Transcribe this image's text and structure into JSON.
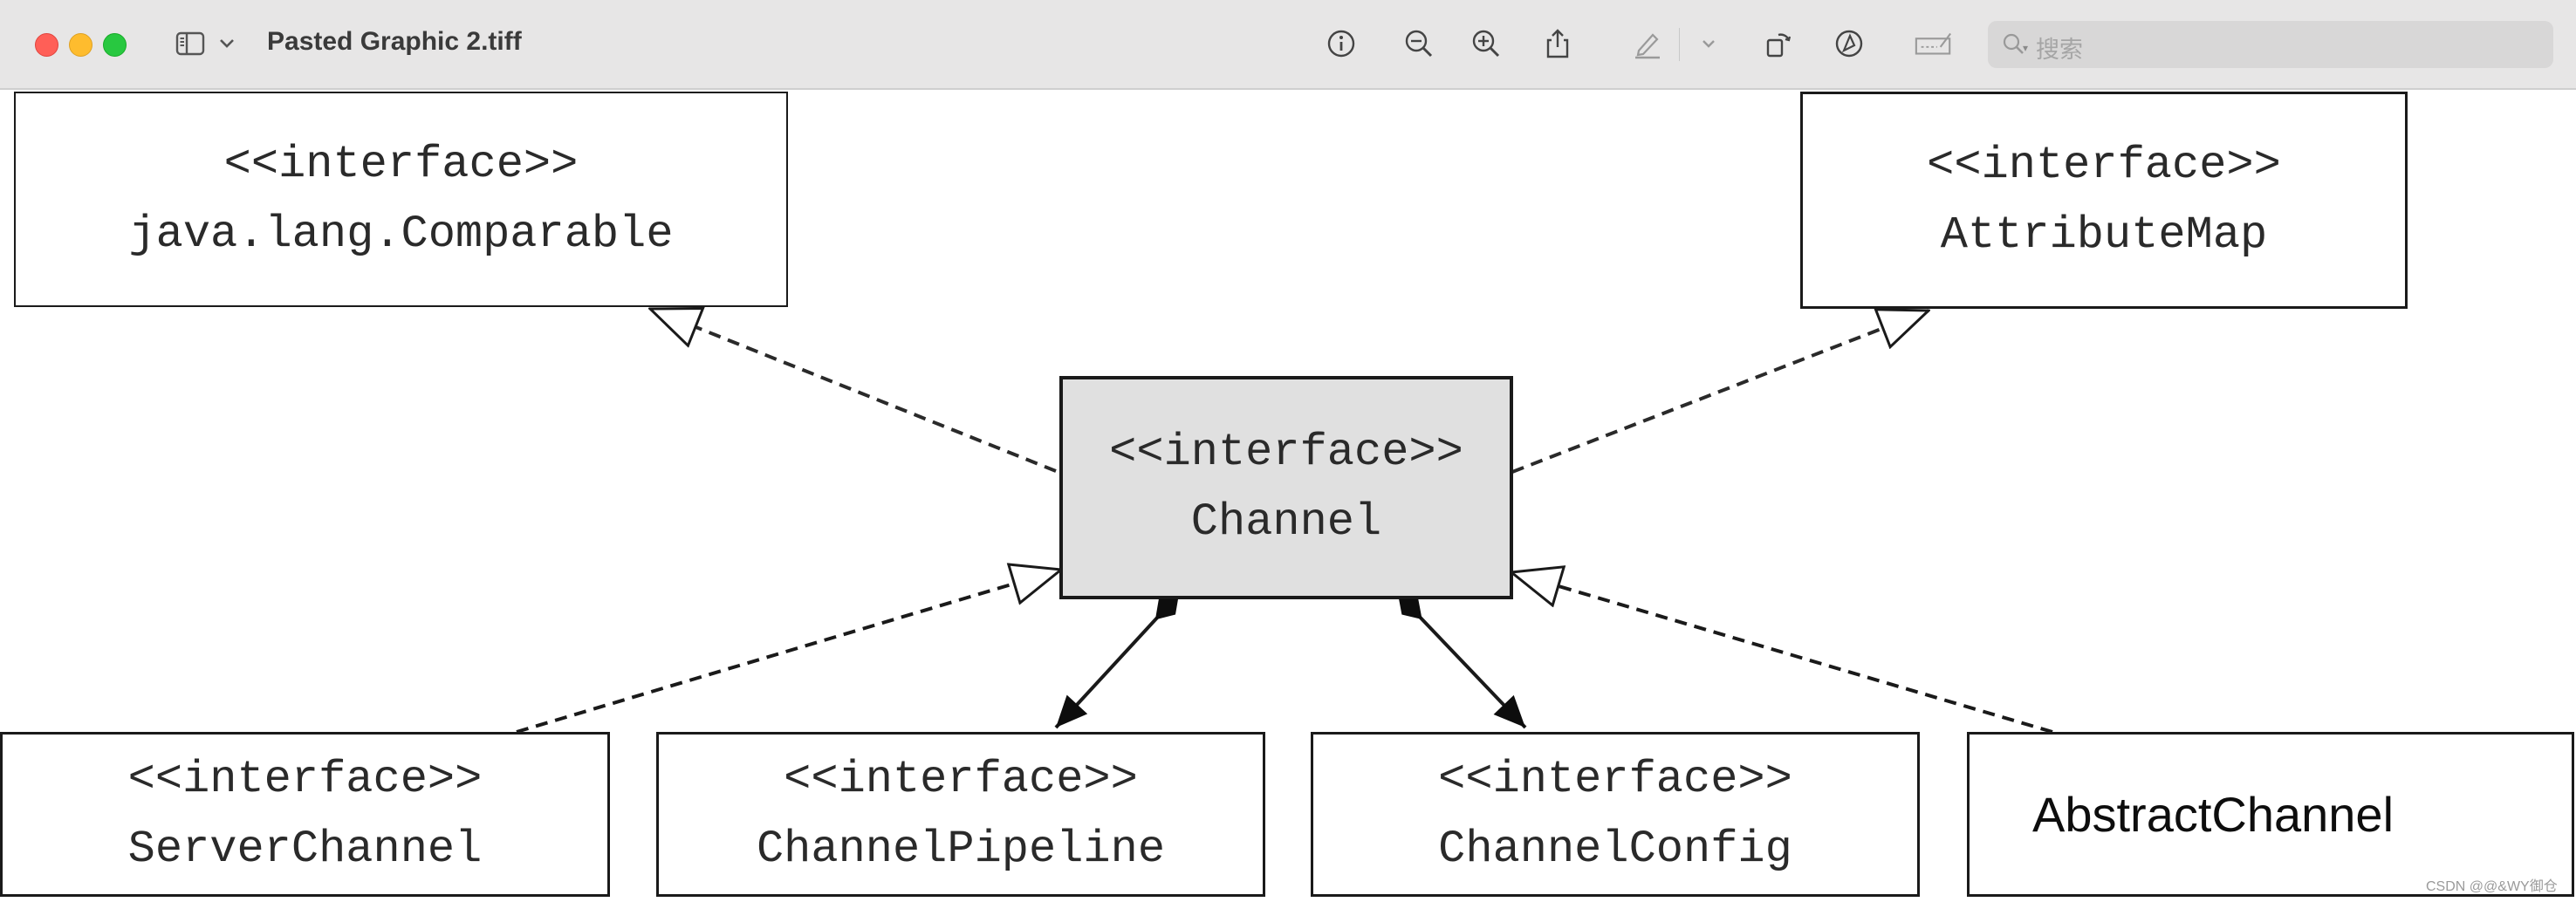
{
  "window": {
    "title": "Pasted Graphic 2.tiff",
    "search_placeholder": "搜索",
    "toolbar_icons": [
      "sidebar-icon",
      "chevron-down-icon",
      "info-icon",
      "zoom-out-icon",
      "zoom-in-icon",
      "share-icon",
      "highlight-pen-icon",
      "chevron-down-icon",
      "rotate-icon",
      "markup-icon",
      "form-fill-icon"
    ]
  },
  "diagram": {
    "nodes": {
      "comparable": {
        "stereotype": "<<interface>>",
        "name": "java.lang.Comparable"
      },
      "attributemap": {
        "stereotype": "<<interface>>",
        "name": "AttributeMap"
      },
      "channel": {
        "stereotype": "<<interface>>",
        "name": "Channel"
      },
      "serverchannel": {
        "stereotype": "<<interface>>",
        "name": "ServerChannel"
      },
      "pipeline": {
        "stereotype": "<<interface>>",
        "name": "ChannelPipeline"
      },
      "config": {
        "stereotype": "<<interface>>",
        "name": "ChannelConfig"
      },
      "abstractchannel": {
        "name": "AbstractChannel"
      }
    },
    "edges": [
      {
        "from": "Channel",
        "to": "java.lang.Comparable",
        "kind": "realization"
      },
      {
        "from": "Channel",
        "to": "AttributeMap",
        "kind": "realization"
      },
      {
        "from": "ServerChannel",
        "to": "Channel",
        "kind": "realization"
      },
      {
        "from": "AbstractChannel",
        "to": "Channel",
        "kind": "realization"
      },
      {
        "from": "Channel",
        "to": "ChannelPipeline",
        "kind": "composition"
      },
      {
        "from": "Channel",
        "to": "ChannelConfig",
        "kind": "composition"
      }
    ],
    "colors": {
      "center_fill": "#e0e0e0",
      "line": "#1a1a1a"
    }
  },
  "watermark": "CSDN @@&WY御仓"
}
